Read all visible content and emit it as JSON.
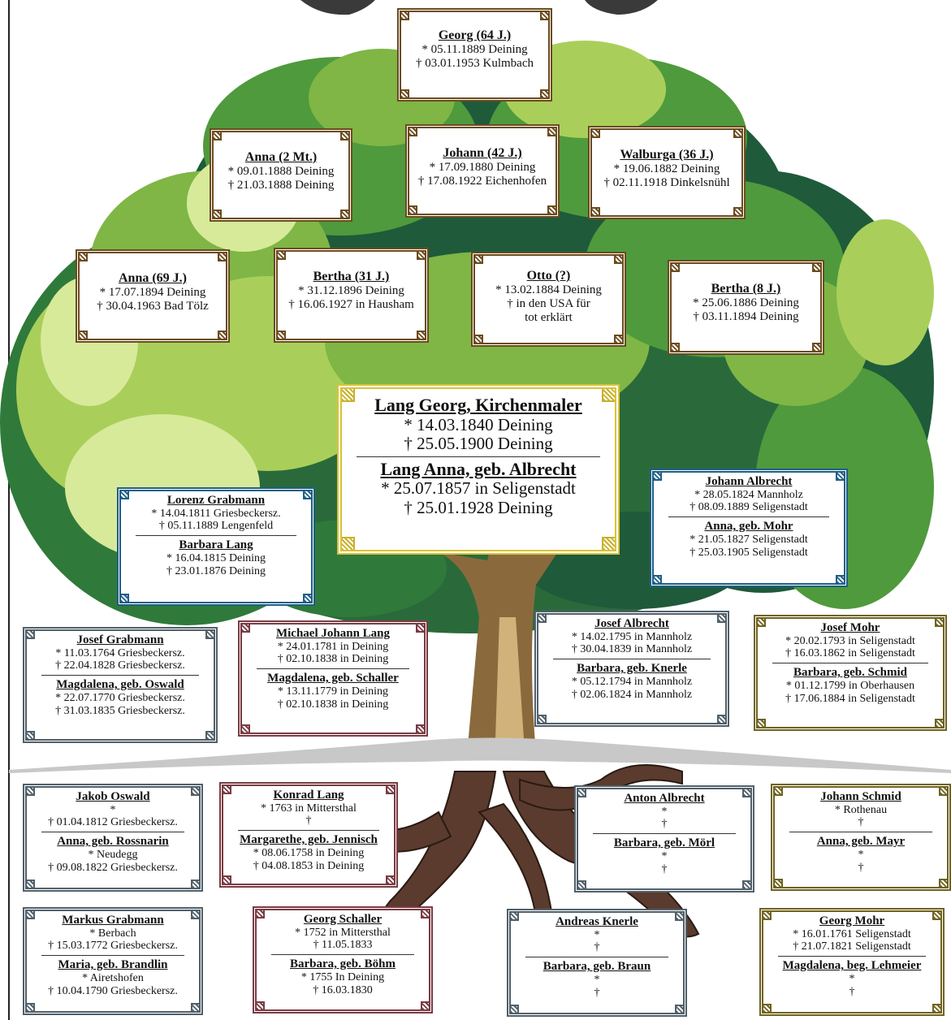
{
  "colors": {
    "leaf_dark": "#1f5a3a",
    "leaf_mid": "#4f9a3c",
    "leaf_light": "#a9cf5a",
    "leaf_pale": "#d7ea9a",
    "trunk": "#8a6a3c",
    "root": "#5a3b2e",
    "ground": "#c8c8c8"
  },
  "children": [
    {
      "name": "Georg (64 J.)",
      "lines": [
        "* 05.11.1889 Deining",
        "† 03.01.1953 Kulmbach"
      ]
    },
    {
      "name": "Anna (2 Mt.)",
      "lines": [
        "* 09.01.1888 Deining",
        "† 21.03.1888 Deining"
      ]
    },
    {
      "name": "Johann (42 J.)",
      "lines": [
        "* 17.09.1880 Deining",
        "† 17.08.1922 Eichenhofen"
      ]
    },
    {
      "name": "Walburga (36 J.)",
      "lines": [
        "* 19.06.1882 Deining",
        "† 02.11.1918 Dinkelsnühl"
      ]
    },
    {
      "name": "Anna  (69 J.)",
      "lines": [
        "* 17.07.1894 Deining",
        "† 30.04.1963 Bad Tölz"
      ]
    },
    {
      "name": "Bertha  (31 J.)",
      "lines": [
        "* 31.12.1896 Deining",
        "† 16.06.1927 in Hausham"
      ]
    },
    {
      "name": "Otto (?)",
      "lines": [
        "* 13.02.1884 Deining",
        "† in den USA für",
        "tot erklärt"
      ]
    },
    {
      "name": "Bertha (8 J.)",
      "lines": [
        "* 25.06.1886 Deining",
        "† 03.11.1894 Deining"
      ]
    }
  ],
  "main_couple": [
    {
      "name": "Lang Georg, Kirchenmaler",
      "lines": [
        "* 14.03.1840 Deining",
        "† 25.05.1900 Deining"
      ]
    },
    {
      "name": "Lang Anna, geb. Albrecht",
      "lines": [
        "* 25.07.1857 in Seligenstadt",
        "† 25.01.1928 Deining"
      ]
    }
  ],
  "parents": [
    [
      {
        "name": "Lorenz Grabmann",
        "lines": [
          "* 14.04.1811 Griesbeckersz.",
          "† 05.11.1889  Lengenfeld"
        ]
      },
      {
        "name": "Barbara Lang",
        "lines": [
          "* 16.04.1815 Deining",
          "† 23.01.1876 Deining"
        ]
      }
    ],
    [
      {
        "name": "Johann Albrecht",
        "lines": [
          "* 28.05.1824 Mannholz",
          "† 08.09.1889 Seligenstadt"
        ]
      },
      {
        "name": "Anna, geb. Mohr",
        "lines": [
          "* 21.05.1827 Seligenstadt",
          "† 25.03.1905 Seligenstadt"
        ]
      }
    ]
  ],
  "grandparents": [
    [
      {
        "name": "Josef Grabmann",
        "lines": [
          "* 11.03.1764 Griesbeckersz.",
          "† 22.04.1828 Griesbeckersz."
        ]
      },
      {
        "name": "Magdalena, geb. Oswald",
        "lines": [
          "* 22.07.1770 Griesbeckersz.",
          "† 31.03.1835 Griesbeckersz."
        ]
      }
    ],
    [
      {
        "name": "Michael Johann Lang",
        "lines": [
          "* 24.01.1781 in Deining",
          "† 02.10.1838 in Deining"
        ]
      },
      {
        "name": "Magdalena, geb. Schaller",
        "lines": [
          "* 13.11.1779 in Deining",
          "† 02.10.1838 in Deining"
        ]
      }
    ],
    [
      {
        "name": "Josef Albrecht",
        "lines": [
          "* 14.02.1795 in Mannholz",
          "† 30.04.1839 in Mannholz"
        ]
      },
      {
        "name": "Barbara, geb. Knerle",
        "lines": [
          "* 05.12.1794 in Mannholz",
          "† 02.06.1824 in Mannholz"
        ]
      }
    ],
    [
      {
        "name": "Josef Mohr",
        "lines": [
          "* 20.02.1793 in Seligenstadt",
          "† 16.03.1862 in Seligenstadt"
        ]
      },
      {
        "name": "Barbara, geb. Schmid",
        "lines": [
          "* 01.12.1799 in Oberhausen",
          "† 17.06.1884 in Seligenstadt"
        ]
      }
    ]
  ],
  "great_grandparents": [
    [
      {
        "name": "Jakob Oswald",
        "lines": [
          "*",
          "† 01.04.1812 Griesbeckersz."
        ]
      },
      {
        "name": "Anna, geb. Rossnarin",
        "lines": [
          "* Neudegg",
          "† 09.08.1822 Griesbeckersz."
        ]
      }
    ],
    [
      {
        "name": "Konrad Lang",
        "lines": [
          "* 1763 in Mittersthal",
          "†"
        ]
      },
      {
        "name": "Margarethe, geb. Jennisch",
        "lines": [
          "* 08.06.1758 in Deining",
          "† 04.08.1853 in Deining"
        ]
      }
    ],
    [
      {
        "name": "Anton Albrecht",
        "lines": [
          "*",
          "†"
        ]
      },
      {
        "name": "Barbara, geb. Mörl",
        "lines": [
          "*",
          "†"
        ]
      }
    ],
    [
      {
        "name": "Johann Schmid",
        "lines": [
          "* Rothenau",
          "†"
        ]
      },
      {
        "name": "Anna, geb. Mayr",
        "lines": [
          "*",
          "†"
        ]
      }
    ],
    [
      {
        "name": "Markus Grabmann",
        "lines": [
          "* Berbach",
          "† 15.03.1772 Griesbeckersz."
        ]
      },
      {
        "name": "Maria, geb. Brandlin",
        "lines": [
          "* Airetshofen",
          "† 10.04.1790 Griesbeckersz."
        ]
      }
    ],
    [
      {
        "name": "Georg Schaller",
        "lines": [
          "* 1752 in Mittersthal",
          "† 11.05.1833"
        ]
      },
      {
        "name": "Barbara, geb. Böhm",
        "lines": [
          "* 1755 In Deining",
          "† 16.03.1830"
        ]
      }
    ],
    [
      {
        "name": "Andreas Knerle",
        "lines": [
          "*",
          "†"
        ]
      },
      {
        "name": "Barbara, geb. Braun",
        "lines": [
          "*",
          "†"
        ]
      }
    ],
    [
      {
        "name": "Georg Mohr",
        "lines": [
          "* 16.01.1761 Seligenstadt",
          "† 21.07.1821 Seligenstadt"
        ]
      },
      {
        "name": "Magdalena, beg. Lehmeier",
        "lines": [
          "*",
          "†"
        ]
      }
    ]
  ]
}
